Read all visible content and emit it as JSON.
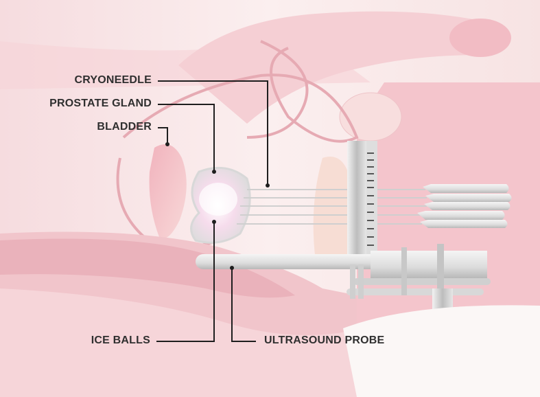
{
  "labels": {
    "cryoneedle": "CRYONEEDLE",
    "prostate_gland": "PROSTATE GLAND",
    "bladder": "BLADDER",
    "ice_balls": "ICE BALLS",
    "ultrasound_probe": "ULTRASOUND PROBE"
  },
  "colors": {
    "background": "#fbeeee",
    "skin": "#f4c9cf",
    "tissue_outline": "#e2a9b1",
    "label_text": "#2f2f2f",
    "leader_line": "#1e1e1e",
    "instrument": "#d6d6d6"
  }
}
